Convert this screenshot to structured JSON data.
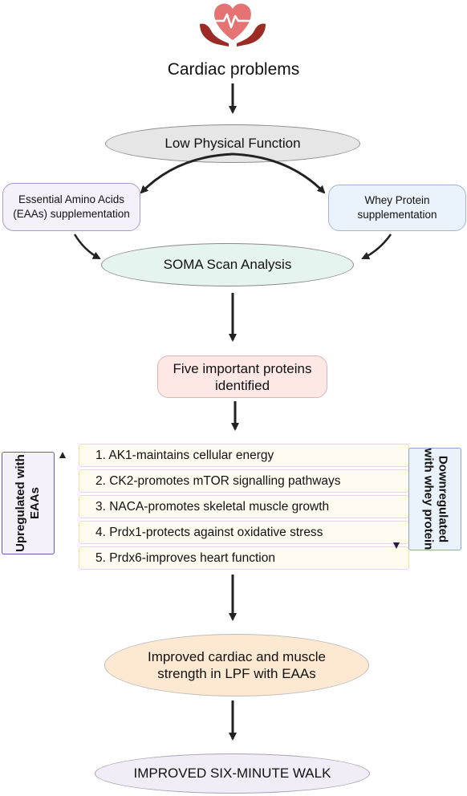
{
  "title": "Cardiac problems",
  "low_function": "Low Physical Function",
  "eaa_box": {
    "line1": "Essential Amino Acids",
    "line2": "(EAAs) supplementation"
  },
  "whey_box": {
    "line1": "Whey Protein",
    "line2": "supplementation"
  },
  "soma": "SOMA Scan Analysis",
  "five_proteins": {
    "line1": "Five important proteins",
    "line2": "identified"
  },
  "proteins": [
    "1. AK1-maintains cellular energy",
    "2. CK2-promotes mTOR signalling pathways",
    "3. NACA-promotes skeletal muscle growth",
    "4. Prdx1-protects against oxidative stress",
    "5. Prdx6-improves heart function"
  ],
  "upregulated": {
    "line1": "Upregulated with",
    "line2": "EAAs"
  },
  "downregulated": {
    "line1": "Downregulated",
    "line2": "with whey protein"
  },
  "improved": {
    "line1": "Improved cardiac and muscle",
    "line2": "strength in LPF with EAAs"
  },
  "walk": "IMPROVED SIX-MINUTE WALK",
  "icon": "heart-in-hands-icon",
  "colors": {
    "heart": "#e57373",
    "hands": "#9b2b24"
  }
}
